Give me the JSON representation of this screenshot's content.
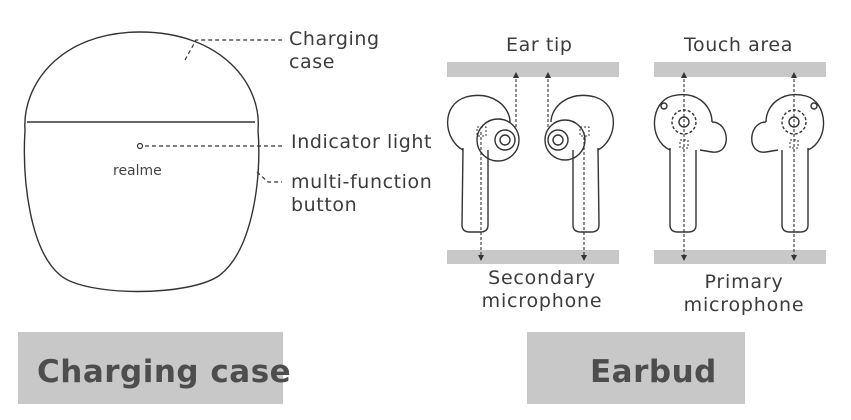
{
  "case": {
    "brand_logo": "realme",
    "label_charging_case": "Charging\ncase",
    "label_indicator_light": "Indicator light",
    "label_multi_function_button": "multi-function\nbutton"
  },
  "earbud": {
    "label_ear_tip": "Ear tip",
    "label_touch_area": "Touch area",
    "label_secondary_microphone": "Secondary\nmicrophone",
    "label_primary_microphone": "Primary\nmicrophone"
  },
  "banners": {
    "charging_case": "Charging case",
    "earbud": "Earbud"
  },
  "colors": {
    "bar_gray": "#c8c8c8",
    "line": "#333333",
    "banner_text": "#4d4d4d"
  }
}
